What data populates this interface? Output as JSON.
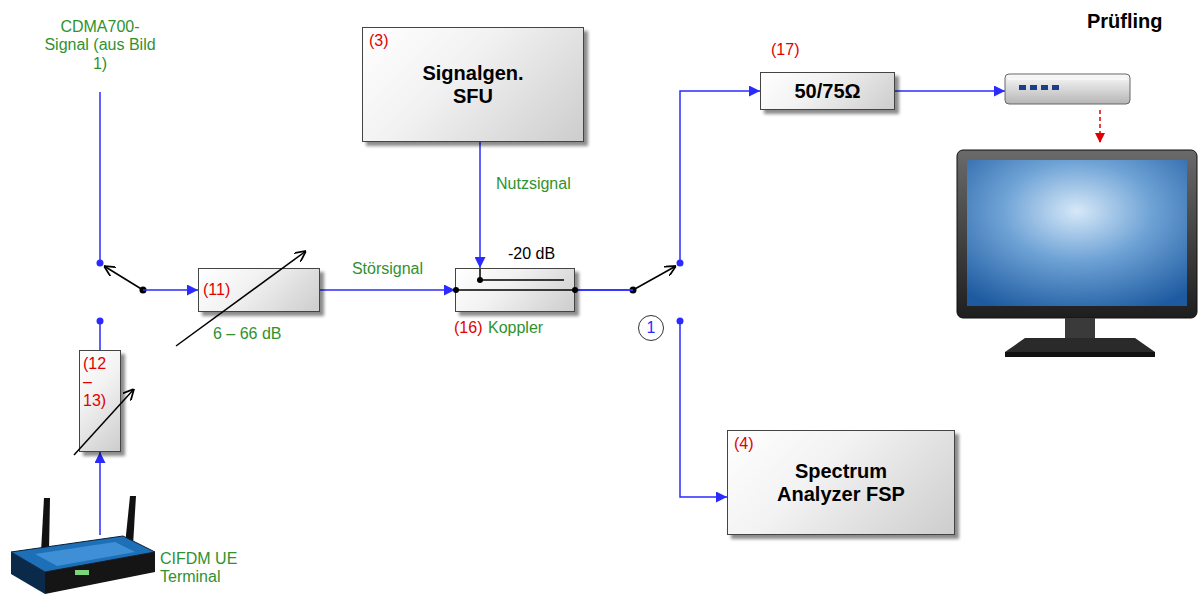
{
  "diagram": {
    "nodes": [
      {
        "text": [
          "(3)",
          "Signalgen. SFU"
        ]
      },
      {
        "text": [
          "(17)",
          "50/75Ω"
        ]
      },
      {
        "text": [
          "Prüfling"
        ]
      },
      {
        "text": [
          "(11)",
          "6 – 66 dB"
        ]
      },
      {
        "text": [
          "-20 dB",
          "(16)",
          "Koppler"
        ]
      },
      {
        "text": [
          "1"
        ]
      },
      {
        "text": [
          "(12 – 13)"
        ]
      },
      {
        "text": [
          "(4)",
          "Spectrum Analyzer FSP"
        ]
      },
      {
        "text": [
          "CIFDM UE Terminal"
        ]
      }
    ],
    "edges": [
      {
        "from": 8,
        "to": 6,
        "arrow": "to"
      },
      {
        "from": 6,
        "to": 3,
        "arrow": "to"
      },
      {
        "from": 3,
        "to": 4,
        "label": "Störsignal",
        "arrow": "to"
      },
      {
        "from": 0,
        "to": 4,
        "label": "Nutzsignal",
        "arrow": "to"
      },
      {
        "from": 4,
        "to": 1,
        "arrow": "to"
      },
      {
        "from": 4,
        "to": 7,
        "arrow": "to"
      },
      {
        "from": 1,
        "to": 2,
        "arrow": "to"
      }
    ],
    "labels": [
      "CDMA700- Signal (aus Bild 1)"
    ]
  }
}
